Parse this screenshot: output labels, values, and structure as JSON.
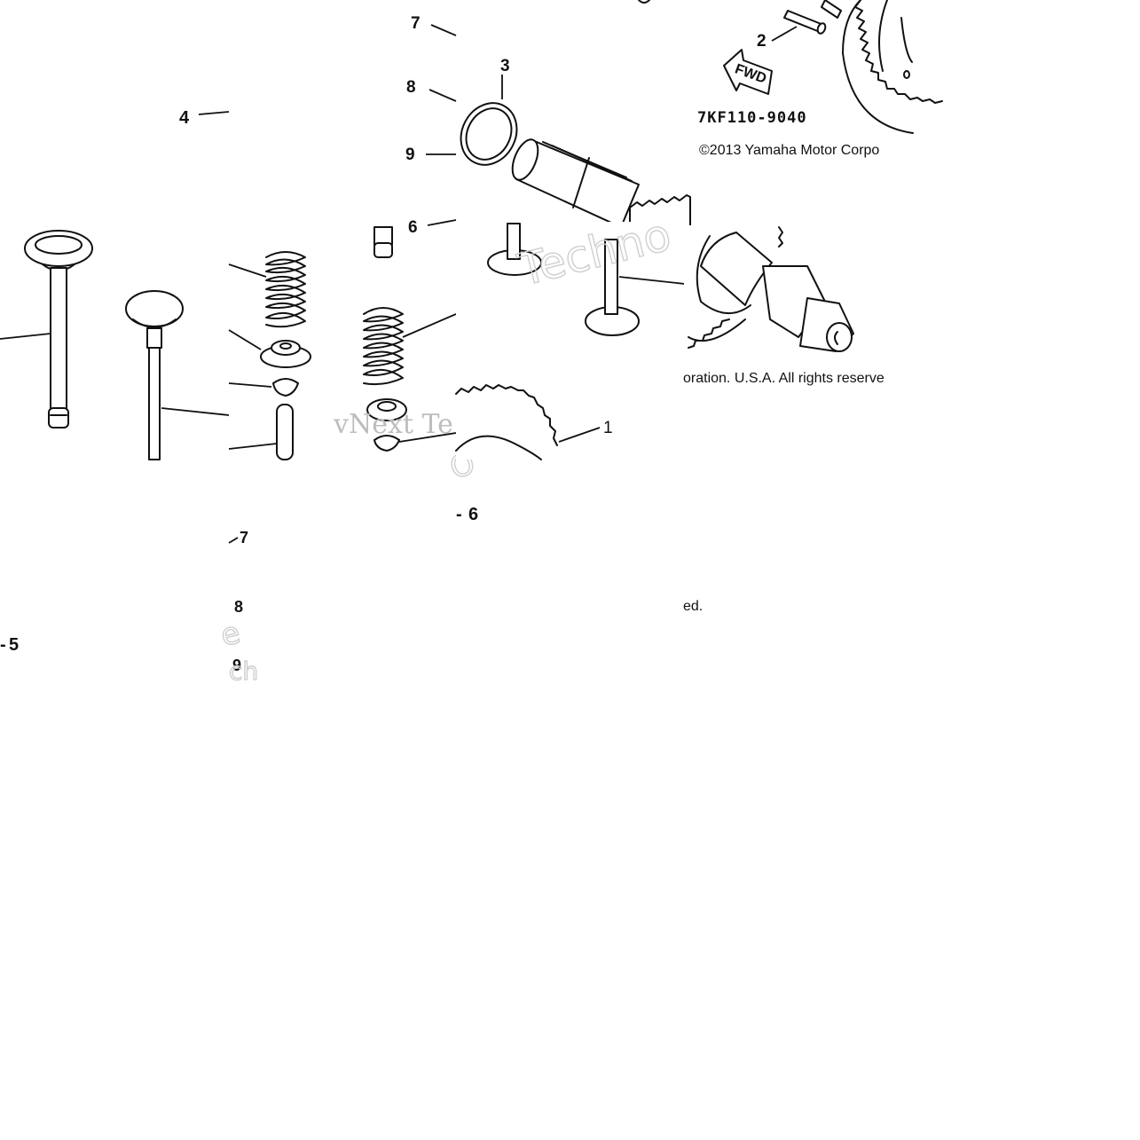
{
  "callouts": {
    "n7_top": "7",
    "n8_top": "8",
    "n9_top": "9",
    "n6_top": "6",
    "n3": "3",
    "n2": "2",
    "n4": "4",
    "n1": "1",
    "n6_bottom": "6",
    "n7_bottom": "7",
    "n8_bottom": "8",
    "n9_bottom": "9",
    "n5": "5"
  },
  "fwd_arrow_text": "FWD",
  "diagram_code": "7KF110-9040",
  "copyright_line_1": "©2013 Yamaha Motor Corpo",
  "copyright_line_2": "oration. U.S.A. All rights reserve",
  "copyright_line_3": "ed.",
  "watermark_1": "Techno",
  "watermark_2": "vNext Te",
  "colors": {
    "ink": "#111111",
    "watermark": "#cfcfcf",
    "background": "#ffffff"
  }
}
